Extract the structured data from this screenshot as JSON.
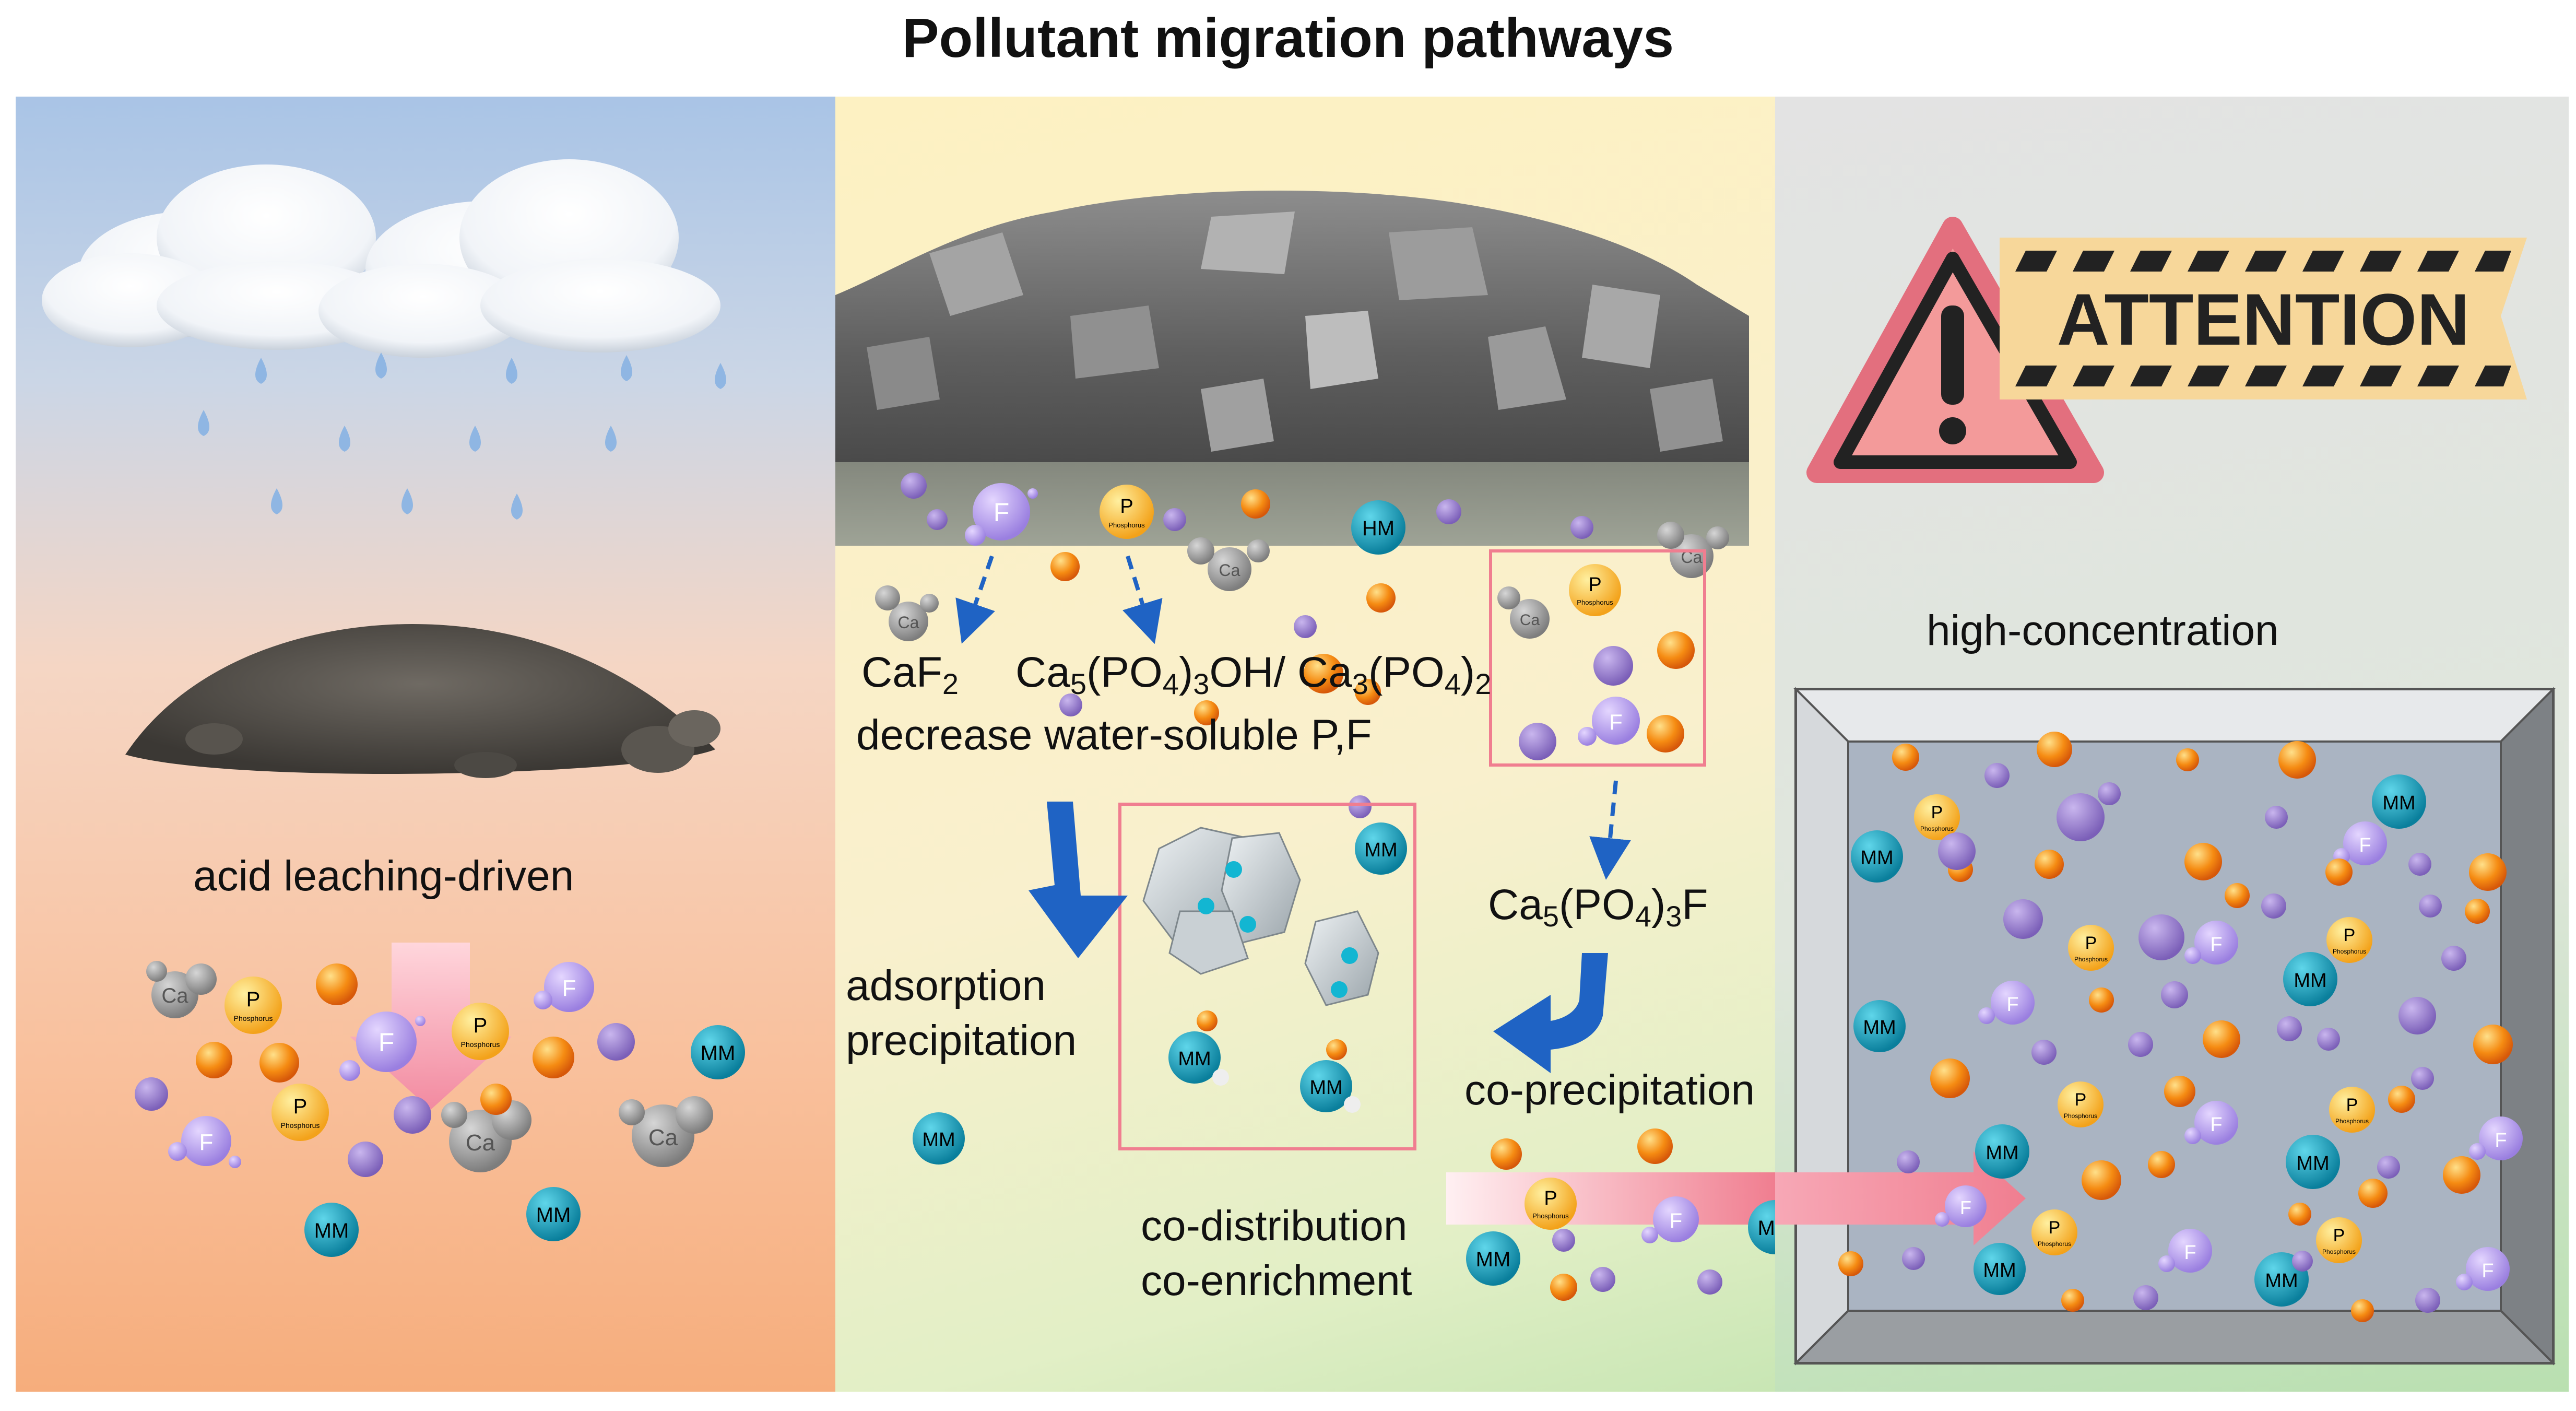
{
  "title": "Pollutant migration pathways",
  "labels": {
    "acid_leaching": "acid  leaching-driven",
    "caf2": "CaF",
    "caf2_sub": "2",
    "ca5_a": "Ca",
    "ca5_b": "(PO",
    "ca5_c": ")",
    "ca5_d": "OH/ Ca",
    "ca5_e": "(PO",
    "ca5_f": ")",
    "sub5": "5",
    "sub4": "4",
    "sub3": "3",
    "sub2": "2",
    "decrease": "decrease water-soluble P,F",
    "adsorption": "adsorption",
    "precipitation": "precipitation",
    "apatite_a": "Ca",
    "apatite_b": "(PO",
    "apatite_c": ")",
    "apatite_d": "F",
    "co_precipitation": "co-precipitation",
    "co_distribution": "co-distribution",
    "co_enrichment": "co-enrichment",
    "high_concentration": "high-concentration",
    "attention": "ATTENTION"
  },
  "particles": {
    "mm": "MM",
    "hm": "HM",
    "f": "F",
    "p": "P",
    "phosphorus": "Phosphorus",
    "ca": "Ca"
  },
  "colors": {
    "purple_ball": "#8a6fc4",
    "orange_ball": "#f08a10",
    "mm_ball": "#0d9bb8",
    "gray_ball": "#9a9a9a",
    "pink_frame": "#f07e90",
    "arrow_blue": "#1f63c4",
    "warning_fill": "#f39a9a",
    "banner_fill": "#f7d79a"
  }
}
